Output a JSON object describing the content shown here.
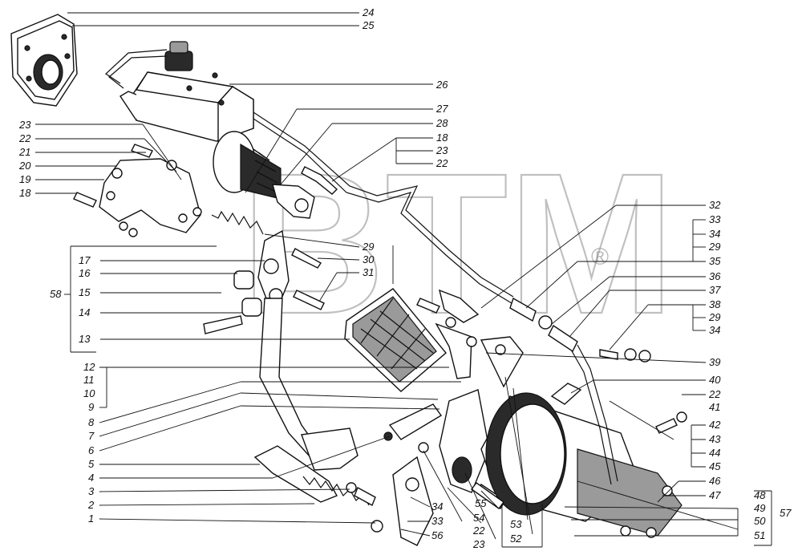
{
  "watermark": {
    "text": "BTM",
    "mark": "®"
  },
  "callouts": {
    "c1": "1",
    "c2": "2",
    "c3": "3",
    "c4": "4",
    "c5": "5",
    "c6": "6",
    "c7": "7",
    "c8": "8",
    "c9": "9",
    "c10": "10",
    "c11": "11",
    "c12": "12",
    "c13": "13",
    "c14": "14",
    "c15": "15",
    "c16": "16",
    "c17": "17",
    "c18": "18",
    "c18b": "18",
    "c19": "19",
    "c20": "20",
    "c21": "21",
    "c22": "22",
    "c22b": "22",
    "c22c": "22",
    "c22d": "22",
    "c23": "23",
    "c23b": "23",
    "c23c": "23",
    "c24": "24",
    "c25": "25",
    "c26": "26",
    "c27": "27",
    "c28": "28",
    "c29": "29",
    "c29b": "29",
    "c29c": "29",
    "c30": "30",
    "c31": "31",
    "c32": "32",
    "c33": "33",
    "c33b": "33",
    "c34": "34",
    "c34b": "34",
    "c34c": "34",
    "c35": "35",
    "c36": "36",
    "c37": "37",
    "c38": "38",
    "c39": "39",
    "c40": "40",
    "c41": "41",
    "c42": "42",
    "c43": "43",
    "c44": "44",
    "c45": "45",
    "c46": "46",
    "c47": "47",
    "c48": "48",
    "c49": "49",
    "c50": "50",
    "c51": "51",
    "c52": "52",
    "c53": "53",
    "c54": "54",
    "c55": "55",
    "c56": "56",
    "c57": "57",
    "c58": "58"
  }
}
